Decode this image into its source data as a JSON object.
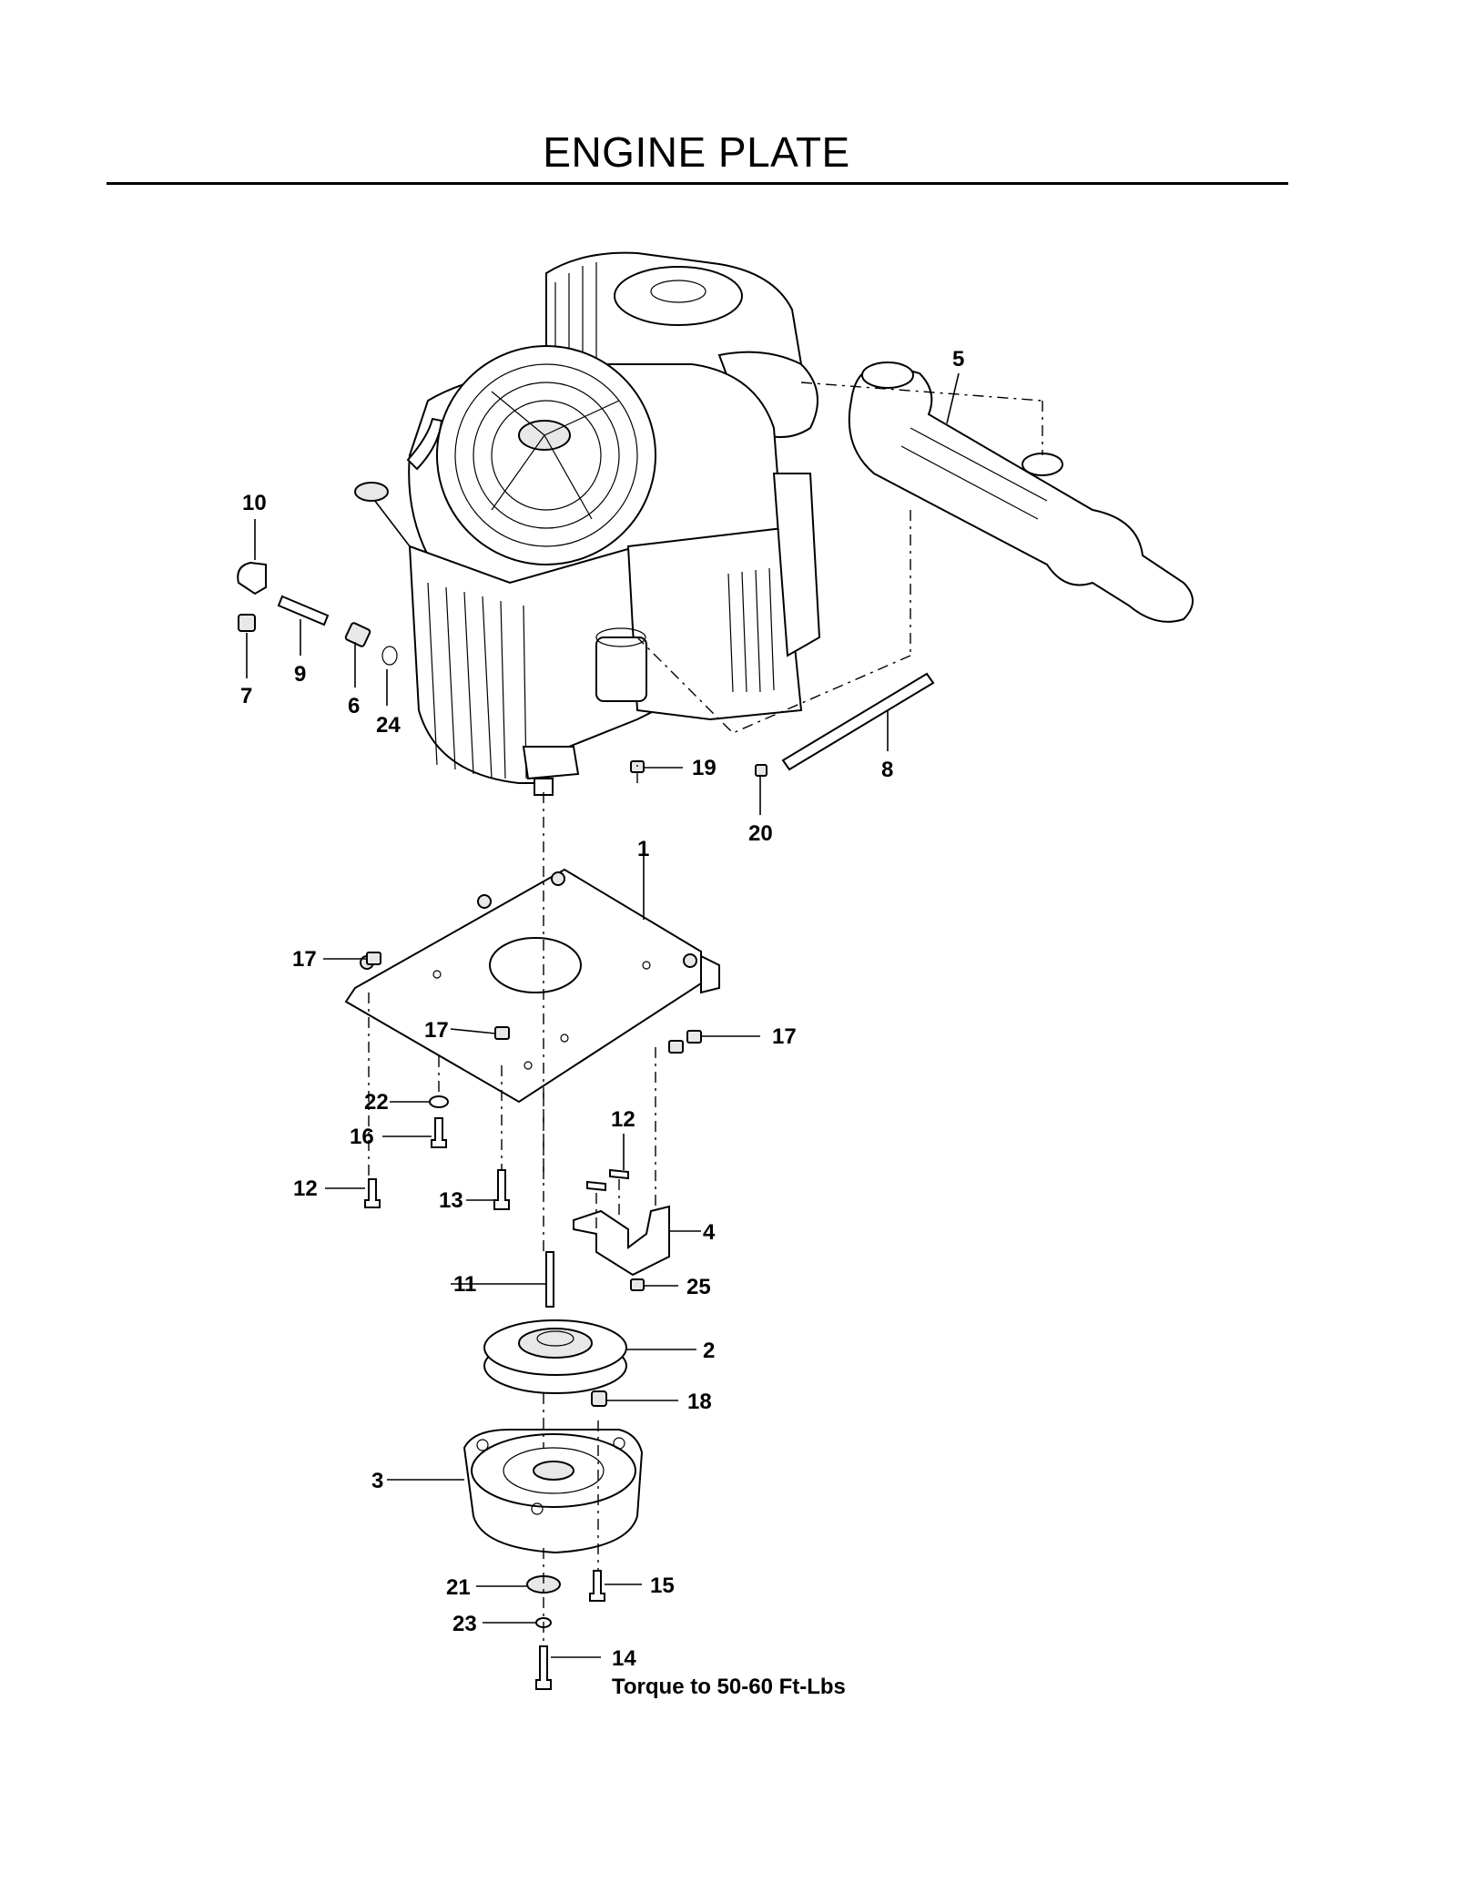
{
  "title": "ENGINE PLATE",
  "note": "Torque to 50-60 Ft-Lbs",
  "callouts": {
    "c1": "1",
    "c2": "2",
    "c3": "3",
    "c4": "4",
    "c5": "5",
    "c6": "6",
    "c7": "7",
    "c8": "8",
    "c9": "9",
    "c10": "10",
    "c11": "11",
    "c12a": "12",
    "c12b": "12",
    "c13": "13",
    "c14": "14",
    "c15": "15",
    "c16": "16",
    "c17a": "17",
    "c17b": "17",
    "c17c": "17",
    "c18": "18",
    "c19": "19",
    "c20": "20",
    "c21": "21",
    "c22": "22",
    "c23": "23",
    "c24": "24",
    "c25": "25"
  }
}
